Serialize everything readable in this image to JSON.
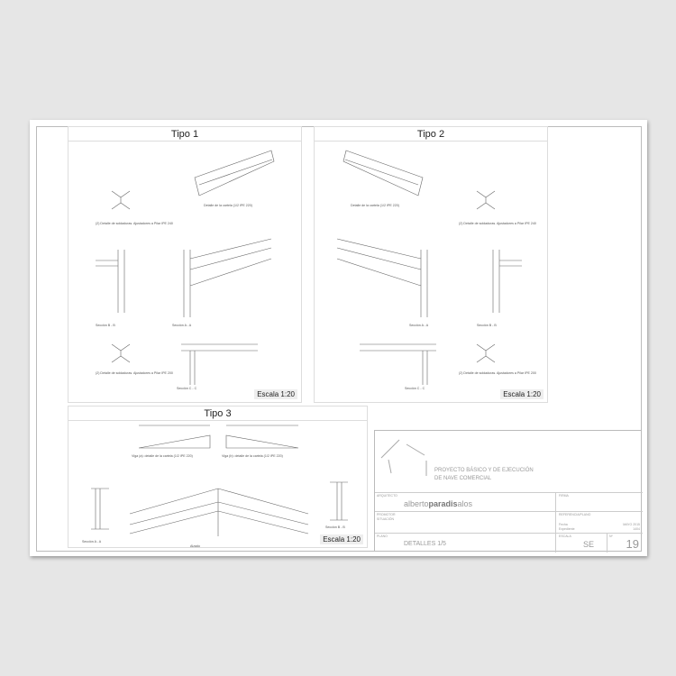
{
  "panels": [
    {
      "title": "Tipo 1",
      "scale": "Escala 1:20",
      "labels": [
        "(2) Detalle de soldaduras. Ajustadores a Pilar IPE 240",
        "Detalle de la cartela (1/2 IPE 220)",
        "Sección B - B",
        "Sección A - A",
        "(2) Detalle de soldaduras. Ajustadores a Pilar IPE 200",
        "Sección C - C"
      ]
    },
    {
      "title": "Tipo 2",
      "scale": "Escala 1:20",
      "labels": [
        "(2) Detalle de soldaduras. Ajustadores a Pilar IPE 240",
        "Detalle de la cartela (1/2 IPE 220)",
        "Sección A - A",
        "Sección B - B",
        "(2) Detalle de soldaduras. Ajustadores a Pilar IPE 200",
        "Sección C - C"
      ]
    },
    {
      "title": "Tipo 3",
      "scale": "Escala 1:20",
      "labels": [
        "Viga (a): detalle de la cartela (1/2 IPE 220)",
        "Viga (b): detalle de la cartela (1/2 IPE 220)",
        "Sección A - A",
        "Sección B - B",
        "Alzado"
      ]
    }
  ],
  "title_block": {
    "project_line1": "PROYECTO BÁSICO Y DE EJECUCIÓN",
    "project_line2": "DE NAVE COMERCIAL",
    "architect_label": "ARQUITECTO",
    "architect_name_light1": "alberto",
    "architect_name_bold": "paradis",
    "architect_name_light2": "alos",
    "promoter_label": "PROMOTOR",
    "location_label": "SITUACIÓN",
    "plan_label": "PLANO",
    "plan_value": "DETALLES 1/5",
    "signature_label": "FIRMA",
    "revision_label": "REFERENCIA/PLANO",
    "date_label": "Fecha",
    "date_value": "MAYO 2015",
    "file_label": "Expediente",
    "file_value": "1404",
    "scale_label": "ESCALA",
    "scale_value": "SE",
    "number_label": "Nº",
    "number_value": "19"
  }
}
